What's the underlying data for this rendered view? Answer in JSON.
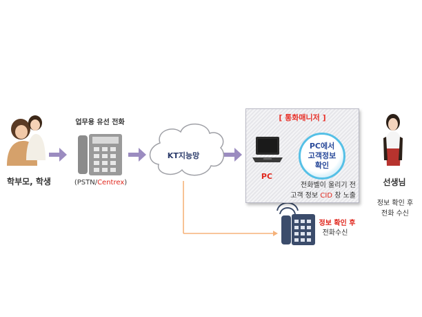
{
  "parent_label": "학부모, 학생",
  "landline_label": "업무용 유선 전화",
  "pstn_label": {
    "prefix": "(PSTN/",
    "centrex": "Centrex",
    "suffix": ")"
  },
  "network_label": "KT지능망",
  "manager": {
    "title": "[ 통화매니저 ]",
    "pc_label": "PC",
    "circle_lines": [
      "PC에서",
      "고객정보",
      "확인"
    ],
    "note_line1": "전화벨이 울리기 전",
    "note_line2_prefix": "고객 정보 ",
    "note_line2_cid": "CID",
    "note_line2_suffix": " 창 노출"
  },
  "phone2_label": {
    "line1": "정보 확인 후",
    "line2": "전화수신"
  },
  "teacher_label": "선생님",
  "teacher_desc": [
    "정보 확인 후",
    "전화 수신"
  ],
  "colors": {
    "arrow": "#9b8cc0",
    "orange_line": "#f5b27a",
    "highlight_red": "#e0261c",
    "title_red": "#e8322a",
    "cloud_border": "#9fa0a6"
  }
}
